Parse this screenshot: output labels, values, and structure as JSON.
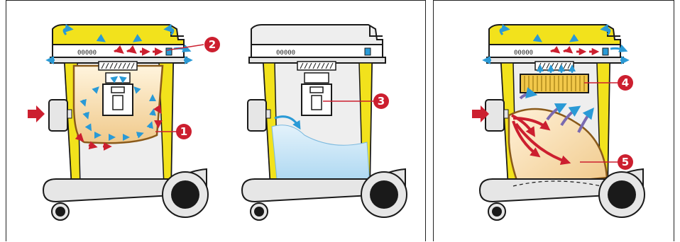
{
  "colors": {
    "red": "#cc1f2f",
    "blue": "#2a9ad6",
    "yellow": "#f2e21c",
    "body_gray": "#e6e6e6",
    "outline": "#1a1a1a",
    "bag_tan": "#f3d9a6",
    "water_blue": "#cfe8f7"
  },
  "icons": [
    "inflow-arrow-icon",
    "airflow-arrow-icon",
    "filter-icon",
    "wheel-icon"
  ],
  "callouts": [
    {
      "label": "1"
    },
    {
      "label": "2"
    },
    {
      "label": "3"
    },
    {
      "label": "4"
    },
    {
      "label": "5"
    }
  ],
  "motor_vent_text": "00000"
}
